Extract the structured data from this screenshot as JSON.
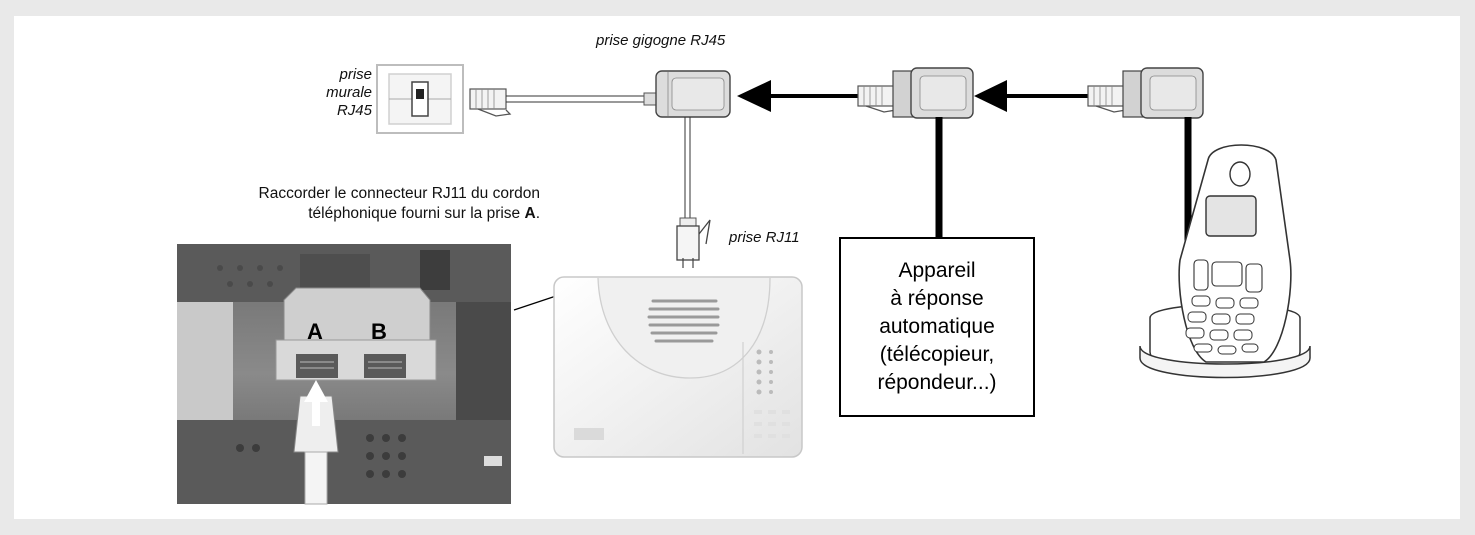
{
  "labels": {
    "wall_socket": [
      "prise",
      "murale",
      "RJ45"
    ],
    "splitter": "prise gigogne RJ45",
    "rj11_plug": "prise RJ11",
    "instruction_line1": "Raccorder le connecteur RJ11 du cordon",
    "instruction_line2": "téléphonique fourni sur la prise ",
    "instruction_port": "A",
    "instruction_end": ".",
    "port_a": "A",
    "port_b": "B"
  },
  "answering_device": {
    "lines": [
      "Appareil",
      "à réponse",
      "automatique",
      "(télécopieur,",
      "répondeur...)"
    ]
  },
  "icons": [
    "wall-socket-rj45-icon",
    "rj45-plug-icon",
    "splitter-rj45-icon",
    "rj11-plug-icon",
    "alarm-transmitter-icon",
    "cordless-phone-icon",
    "arrow-left-icon"
  ],
  "colors": {
    "background": "#e9e9e9",
    "panel": "#ffffff",
    "line": "#000000",
    "device": "#f4f4f4"
  }
}
